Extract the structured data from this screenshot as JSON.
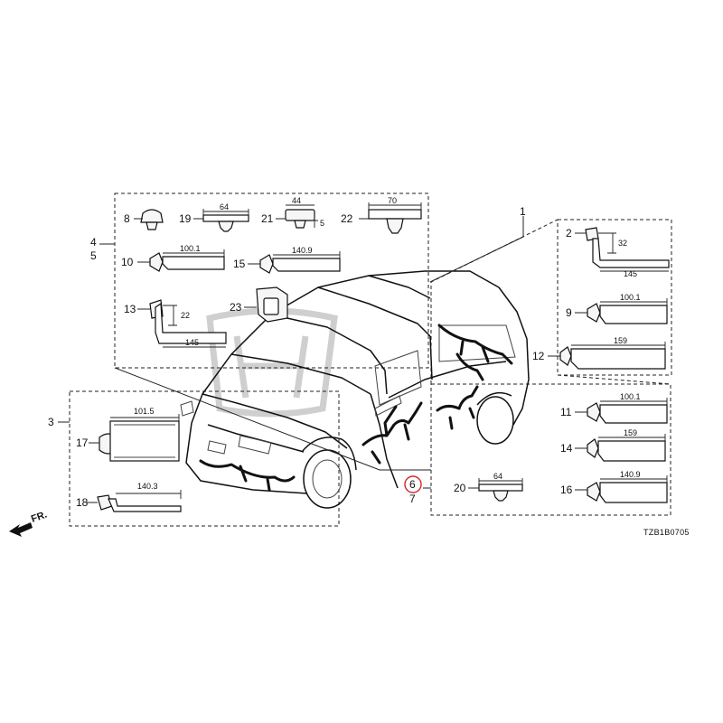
{
  "callouts": {
    "c1": "1",
    "c2": "2",
    "c3": "3",
    "c4": "4",
    "c5": "5",
    "c6": "6",
    "c7": "7",
    "c8": "8",
    "c9": "9",
    "c10": "10",
    "c11": "11",
    "c12": "12",
    "c13": "13",
    "c14": "14",
    "c15": "15",
    "c16": "16",
    "c17": "17",
    "c18": "18",
    "c19": "19",
    "c20": "20",
    "c21": "21",
    "c22": "22",
    "c23": "23"
  },
  "dimensions": {
    "d19": "64",
    "d21w": "44",
    "d21h": "5",
    "d22": "70",
    "d10": "100.1",
    "d15": "140.9",
    "d13h": "22",
    "d13w": "145",
    "d2h": "32",
    "d2w": "145",
    "d9": "100.1",
    "d12": "159",
    "d11": "100.1",
    "d14": "159",
    "d16": "140.9",
    "d17": "101.5",
    "d18": "140.3",
    "d20": "64"
  },
  "direction_label": "FR.",
  "diagram_code": "TZB1B0705",
  "highlight_color": "#d62828"
}
